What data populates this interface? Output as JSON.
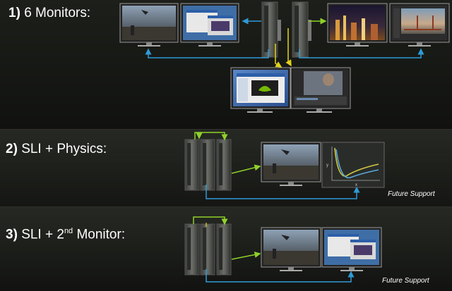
{
  "sections": [
    {
      "number": "1)",
      "title": "6 Monitors:"
    },
    {
      "number": "2)",
      "title": "SLI + Physics:",
      "note": "Future Support"
    },
    {
      "number": "3)",
      "title_pre": "SLI + 2",
      "title_sup": "nd",
      "title_post": " Monitor:",
      "note": "Future Support"
    }
  ],
  "graph": {
    "y_label": "y",
    "x_label": "x"
  },
  "colors": {
    "arrow_blue": "#2f9bd6",
    "arrow_green": "#8fd12b",
    "arrow_yellow": "#e3d21a"
  }
}
